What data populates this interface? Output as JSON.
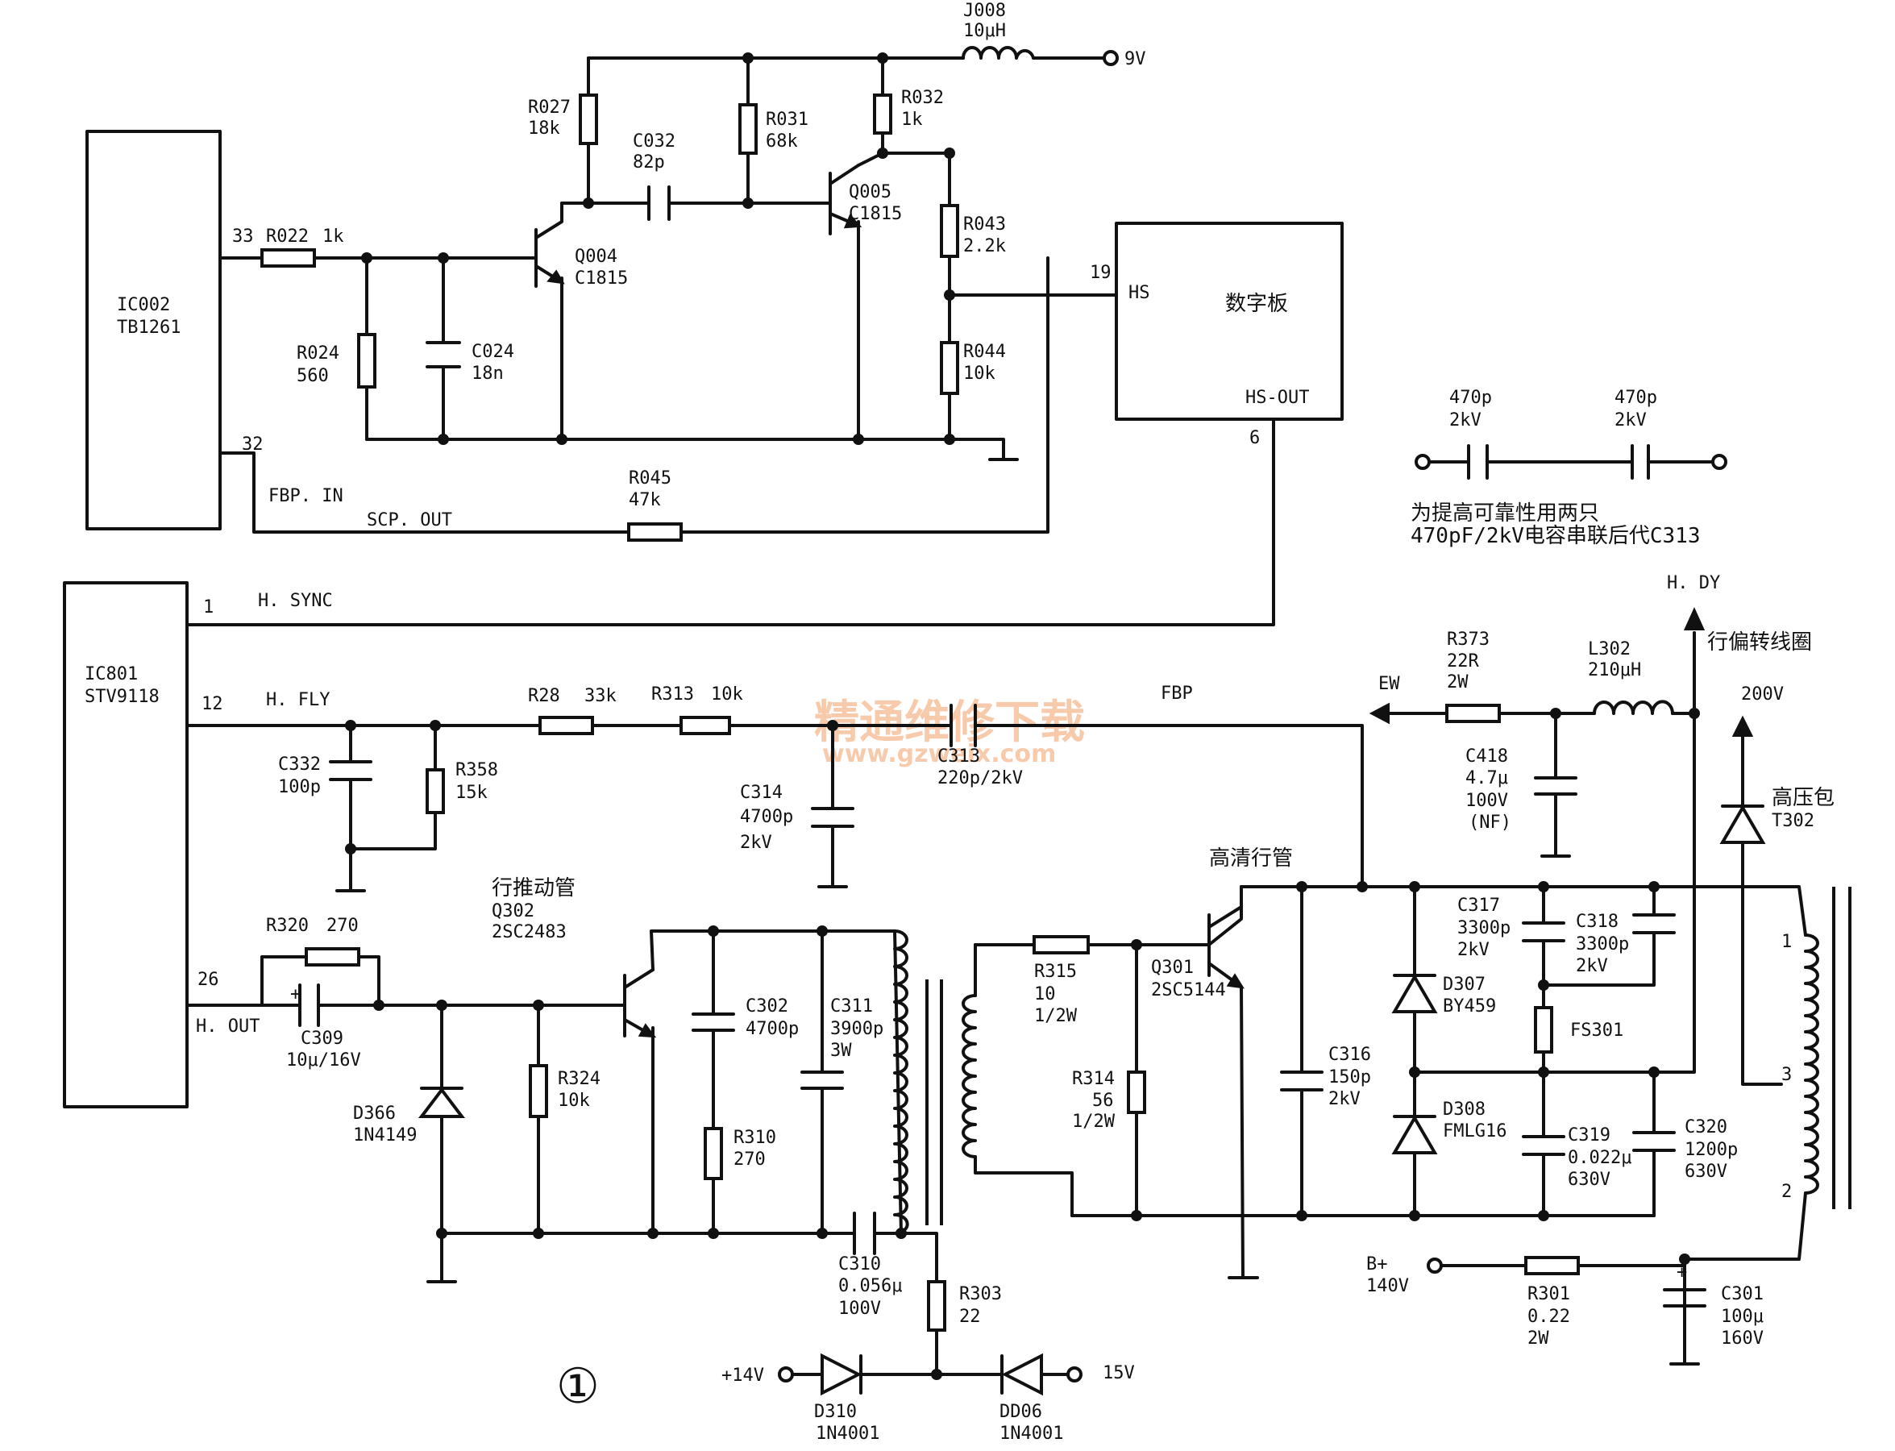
{
  "watermark": {
    "line1": "精通维修下载",
    "line2": "www.gzweix.com"
  },
  "figure_number": "①",
  "ics": {
    "ic002": {
      "ref": "IC002",
      "part": "TB1261",
      "pin33": "33",
      "pin32": "32",
      "fbp_in": "FBP. IN",
      "scp_out": "SCP. OUT"
    },
    "ic801": {
      "ref": "IC801",
      "part": "STV9118",
      "pin1": "1",
      "pin12": "12",
      "pin26": "26",
      "h_sync": "H. SYNC",
      "h_fly": "H. FLY",
      "h_out": "H. OUT"
    },
    "digital_board": {
      "title": "数字板",
      "hs": "HS",
      "hs_out": "HS-OUT",
      "pin19": "19",
      "pin6": "6"
    }
  },
  "components": {
    "r022": {
      "ref": "R022",
      "value": "1k"
    },
    "r024": {
      "ref": "R024",
      "value": "560"
    },
    "c024": {
      "ref": "C024",
      "value": "18n"
    },
    "r027": {
      "ref": "R027",
      "value": "18k"
    },
    "c032": {
      "ref": "C032",
      "value": "82p"
    },
    "r031": {
      "ref": "R031",
      "value": "68k"
    },
    "r032": {
      "ref": "R032",
      "value": "1k"
    },
    "j008": {
      "ref": "J008",
      "value": "10μH"
    },
    "q004": {
      "ref": "Q004",
      "part": "C1815"
    },
    "q005": {
      "ref": "Q005",
      "part": "C1815"
    },
    "r043": {
      "ref": "R043",
      "value": "2.2k"
    },
    "r044": {
      "ref": "R044",
      "value": "10k"
    },
    "r045": {
      "ref": "R045",
      "value": "47k"
    },
    "r28": {
      "ref": "R28",
      "value": "33k"
    },
    "r313": {
      "ref": "R313",
      "value": "10k"
    },
    "c332": {
      "ref": "C332",
      "value": "100p"
    },
    "r358": {
      "ref": "R358",
      "value": "15k"
    },
    "c314": {
      "ref": "C314",
      "value": "4700p",
      "rating": "2kV"
    },
    "c313": {
      "ref": "C313",
      "value": "220p/2kV"
    },
    "r373": {
      "ref": "R373",
      "value": "22R",
      "rating": "2W"
    },
    "l302": {
      "ref": "L302",
      "value": "210μH"
    },
    "c418": {
      "ref": "C418",
      "value": "4.7μ",
      "rating": "100V",
      "note": "(NF)"
    },
    "r320": {
      "ref": "R320",
      "value": "270"
    },
    "c309": {
      "ref": "C309",
      "value": "10μ/16V"
    },
    "d366": {
      "ref": "D366",
      "part": "1N4149"
    },
    "r324": {
      "ref": "R324",
      "value": "10k"
    },
    "q302": {
      "ref": "Q302",
      "part": "2SC2483",
      "desc": "行推动管"
    },
    "c302": {
      "ref": "C302",
      "value": "4700p"
    },
    "r310": {
      "ref": "R310",
      "value": "270"
    },
    "c311": {
      "ref": "C311",
      "value": "3900p",
      "rating": "3W"
    },
    "c310": {
      "ref": "C310",
      "value": "0.056μ",
      "rating": "100V"
    },
    "r303": {
      "ref": "R303",
      "value": "22"
    },
    "d310": {
      "ref": "D310",
      "part": "1N4001"
    },
    "dd06": {
      "ref": "DD06",
      "part": "1N4001"
    },
    "r315": {
      "ref": "R315",
      "value": "10",
      "rating": "1/2W"
    },
    "r314": {
      "ref": "R314",
      "value": "56",
      "rating": "1/2W"
    },
    "q301": {
      "ref": "Q301",
      "part": "2SC5144",
      "desc": "高清行管"
    },
    "c316": {
      "ref": "C316",
      "value": "150p",
      "rating": "2kV"
    },
    "d307": {
      "ref": "D307",
      "part": "BY459"
    },
    "d308": {
      "ref": "D308",
      "part": "FMLG16"
    },
    "c317": {
      "ref": "C317",
      "value": "3300p",
      "rating": "2kV"
    },
    "c318": {
      "ref": "C318",
      "value": "3300p",
      "rating": "2kV"
    },
    "fs301": {
      "ref": "FS301"
    },
    "c319": {
      "ref": "C319",
      "value": "0.022μ",
      "rating": "630V"
    },
    "c320": {
      "ref": "C320",
      "value": "1200p",
      "rating": "630V"
    },
    "r301": {
      "ref": "R301",
      "value": "0.22",
      "rating": "2W"
    },
    "c301": {
      "ref": "C301",
      "value": "100μ",
      "rating": "160V"
    },
    "t302": {
      "ref": "T302",
      "desc": "高压包",
      "pin1": "1",
      "pin2": "2",
      "pin3": "3"
    }
  },
  "nets": {
    "v9": "9V",
    "v14": "+14V",
    "v15": "15V",
    "bplus": "B+",
    "bplus_v": "140V",
    "fbp": "FBP",
    "ew": "EW",
    "hdy": "H. DY",
    "hdy_desc": "行偏转线圈",
    "v200": "200V"
  },
  "note": {
    "cap1_value": "470p",
    "cap1_rating": "2kV",
    "cap2_value": "470p",
    "cap2_rating": "2kV",
    "text1": "为提高可靠性用两只",
    "text2": "470pF/2kV电容串联后代C313"
  }
}
